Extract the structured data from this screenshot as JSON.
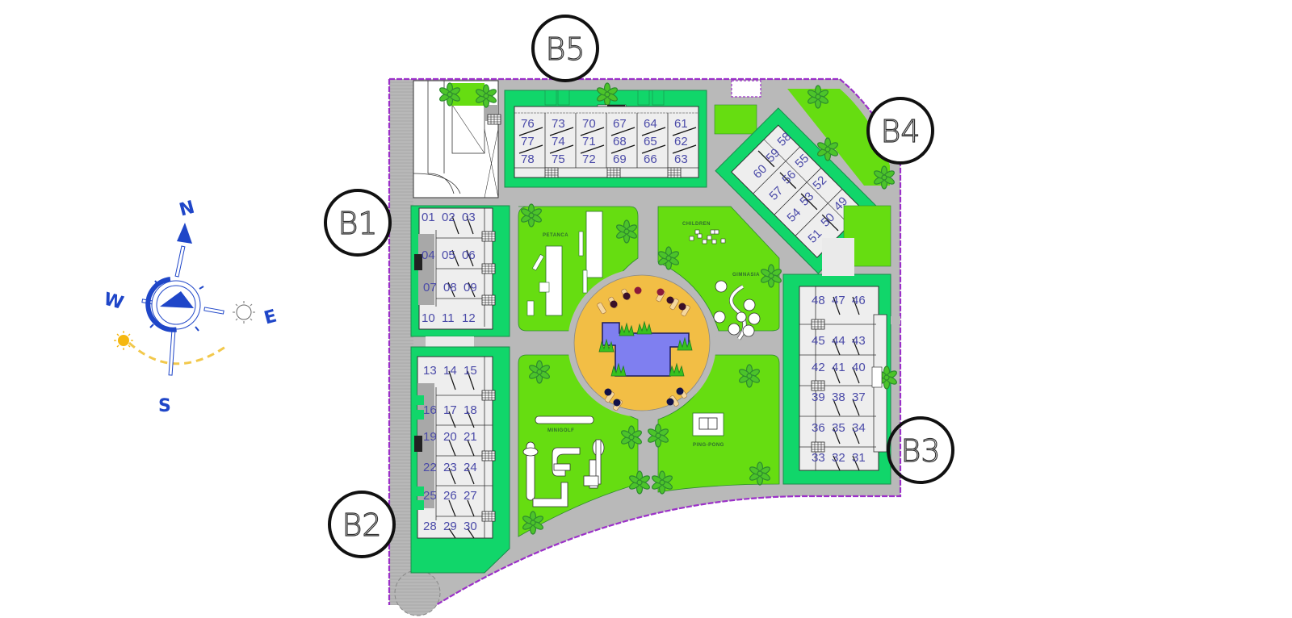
{
  "plan": {
    "colors": {
      "boundary": "#9b30c8",
      "path": "#b9b9b9",
      "lawn": "#66dd11",
      "garden": "#11d66a",
      "building": "#eeeeee",
      "pool": "#7f7ff0",
      "deck": "#f2be45",
      "tree": "#2e9b2e",
      "unit_text": "#4a4aa8",
      "compass": "#1f46c8",
      "sun": "#f5b70f"
    },
    "blocks": [
      {
        "id": "B1",
        "label": "B1"
      },
      {
        "id": "B2",
        "label": "B2"
      },
      {
        "id": "B3",
        "label": "B3"
      },
      {
        "id": "B4",
        "label": "B4"
      },
      {
        "id": "B5",
        "label": "B5"
      }
    ],
    "units": {
      "b1": [
        [
          "01",
          "02",
          "03"
        ],
        [
          "04",
          "05",
          "06"
        ],
        [
          "07",
          "08",
          "09"
        ],
        [
          "10",
          "11",
          "12"
        ]
      ],
      "b2": [
        [
          "13",
          "14",
          "15"
        ],
        [
          "16",
          "17",
          "18"
        ],
        [
          "19",
          "20",
          "21"
        ],
        [
          "22",
          "23",
          "24"
        ],
        [
          "25",
          "26",
          "27"
        ],
        [
          "28",
          "29",
          "30"
        ]
      ],
      "b3": [
        [
          "48",
          "47",
          "46"
        ],
        [
          "45",
          "44",
          "43"
        ],
        [
          "42",
          "41",
          "40"
        ],
        [
          "39",
          "38",
          "37"
        ],
        [
          "36",
          "35",
          "34"
        ],
        [
          "33",
          "32",
          "31"
        ]
      ],
      "b4": [
        [
          "60",
          "59",
          "58"
        ],
        [
          "57",
          "56",
          "55"
        ],
        [
          "54",
          "53",
          "52"
        ],
        [
          "51",
          "50",
          "49"
        ]
      ],
      "b5": [
        [
          "76",
          "73",
          "70",
          "67",
          "64",
          "61"
        ],
        [
          "77",
          "74",
          "71",
          "68",
          "65",
          "62"
        ],
        [
          "78",
          "75",
          "72",
          "69",
          "66",
          "63"
        ]
      ]
    },
    "amenities": {
      "petanca": "PETANCA",
      "children": "CHILDREN",
      "gimnasia": "GIMNASIA",
      "minigolf": "MINIGOLF",
      "ping_pong": "PING-PONG"
    },
    "compass": {
      "north": "N",
      "south": "S",
      "east": "E",
      "west": "W"
    }
  }
}
